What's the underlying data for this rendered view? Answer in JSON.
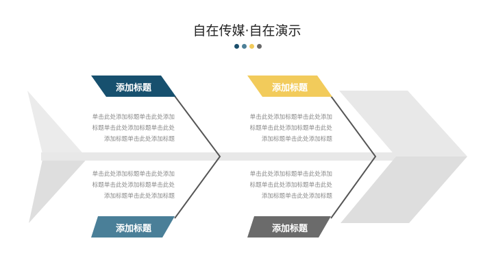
{
  "title": "自在传媒·自在演示",
  "dots": [
    "#1b4f6c",
    "#4d8098",
    "#f2cb5b",
    "#6a6a6a"
  ],
  "colors": {
    "dark_blue": "#17506e",
    "steel_blue": "#4a7f98",
    "yellow": "#f2cb5b",
    "gray": "#6b6b6b",
    "spine": "#e8e8e8",
    "line": "#555555"
  },
  "branches": [
    {
      "label": "添加标题",
      "text": [
        "单击此处添加标题单击此处添加",
        "标题单击此处添加标题单击此处",
        "添加标题单击此处添加标题"
      ]
    },
    {
      "label": "添加标题",
      "text": [
        "单击此处添加标题单击此处添加",
        "标题单击此处添加标题单击此处",
        "添加标题单击此处添加标题"
      ]
    },
    {
      "label": "添加标题",
      "text": [
        "单击此处添加标题单击此处添加",
        "标题单击此处添加标题单击此处",
        "添加标题单击此处添加标题"
      ]
    },
    {
      "label": "添加标题",
      "text": [
        "单击此处添加标题单击此处添加",
        "标题单击此处添加标题单击此处",
        "添加标题单击此处添加标题"
      ]
    }
  ]
}
